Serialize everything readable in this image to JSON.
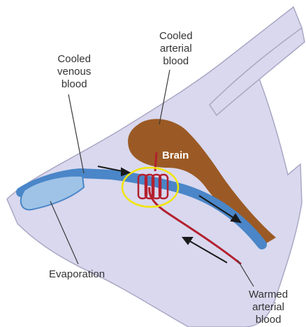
{
  "labels": {
    "cooled_venous": "Cooled\nvenous\nblood",
    "cooled_arterial": "Cooled\narterial\nblood",
    "brain": "Brain",
    "evaporation": "Evaporation",
    "warmed_arterial": "Warmed\narterial\nblood"
  },
  "colors": {
    "head": "#d9d8ee",
    "head_outline": "#a9a7c4",
    "brain": "#9b5a25",
    "vein": "#4a86c8",
    "vein_light": "#9fc3e6",
    "artery": "#b3202f",
    "highlight_ring": "#f2e500",
    "arrow": "#1a1a1a",
    "leader": "#3a3a3a"
  }
}
